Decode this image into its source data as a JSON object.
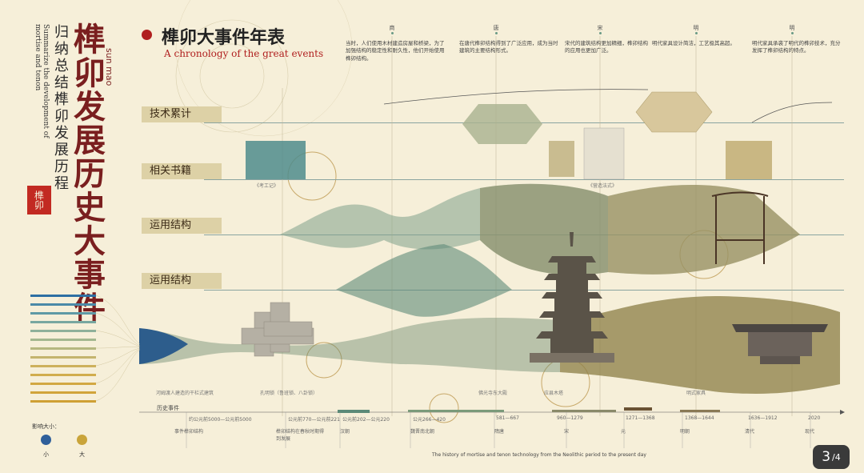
{
  "sidebar": {
    "title": "榫卯发展历史大事件",
    "subtitle": "归纳总结榫卯发展历程",
    "english": "Summarize the development of mortise and tenon",
    "sunmao": "sun mao",
    "seal": "榫卯"
  },
  "header": {
    "title": "榫卯大事件年表",
    "subtitle": "A chronology of the great events"
  },
  "dynasties": [
    {
      "name": "商",
      "desc": "当时，人们使用木材建造房屋和桥梁，为了加强结构的稳定性和耐久性，他们开始使用榫卯结构。"
    },
    {
      "name": "唐",
      "desc": "在唐代榫卯结构得到了广泛应用，成为当时建筑的主要结构形式。"
    },
    {
      "name": "宋",
      "desc": "宋代的建筑结构更加精细，榫卯结构的应用也更加广泛。"
    },
    {
      "name": "明",
      "desc": "明代家具设计简洁，工艺极其高超。"
    },
    {
      "name": "明",
      "desc": "明代家具承袭了明代的榫卯技术，充分发挥了榫卯结构的特点。"
    }
  ],
  "rows": [
    "技术累计",
    "相关书籍",
    "运用结构",
    "运用结构"
  ],
  "timeline": {
    "label": "历史事件",
    "dates": [
      "约公元前5000—公元前5000",
      "公元前770—公元前221",
      "公元前202—公元220",
      "公元266—420",
      "581—667",
      "960—1279",
      "1271—1368",
      "1368—1644",
      "1636—1912",
      "2020"
    ],
    "events": [
      "事件榫卯结构",
      "榫卯结构在春秋时期得到发展",
      "汉朝",
      "魏晋南北朝",
      "隋唐",
      "宋",
      "元",
      "明朝",
      "清代",
      "现代"
    ],
    "footer": "The history of mortise and tenon technology from the Neolithic period to the present day"
  },
  "legend": {
    "title": "影响大小：",
    "small": "小",
    "big": "大",
    "small_color": "#2f5f9a",
    "big_color": "#c9a43a"
  },
  "captions": [
    "河姆渡人建造的干栏式建筑",
    "孔明锁（鲁班锁、八卦锁）",
    "《考工记》",
    "佛光寺东大殿",
    "应县木塔",
    "明式家具",
    "《营造法式》"
  ],
  "pager": {
    "current": "3",
    "total": "/4"
  }
}
